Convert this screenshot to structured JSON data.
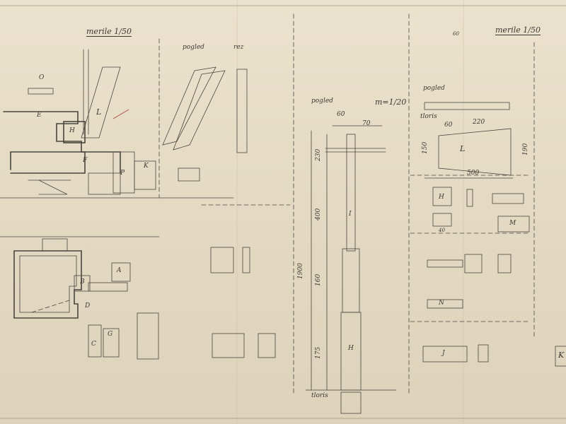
{
  "sheet": {
    "left_block": {
      "scale_note": "merile 1/50",
      "top_labels": [
        "pogled",
        "rez"
      ],
      "part_letters": [
        "L",
        "F",
        "P",
        "H",
        "K",
        "G",
        "B",
        "C",
        "D",
        "A",
        "E",
        "O"
      ]
    },
    "middle_block": {
      "scale_note": "m=1/20",
      "label_pogled": "pogled",
      "dims_top": [
        "60",
        "70"
      ],
      "dims_side": [
        "1900",
        "400",
        "160",
        "175",
        "230"
      ],
      "label_tloris": "tloris",
      "part_letters": [
        "H",
        "I"
      ]
    },
    "right_block": {
      "scale_note": "merile 1/50",
      "label_pogled": "pogled",
      "label_tloris": "tloris",
      "dims": [
        "60",
        "220",
        "500",
        "150",
        "190",
        "40",
        "60"
      ],
      "letters": [
        "L",
        "H",
        "N",
        "M",
        "J",
        "K"
      ]
    }
  }
}
